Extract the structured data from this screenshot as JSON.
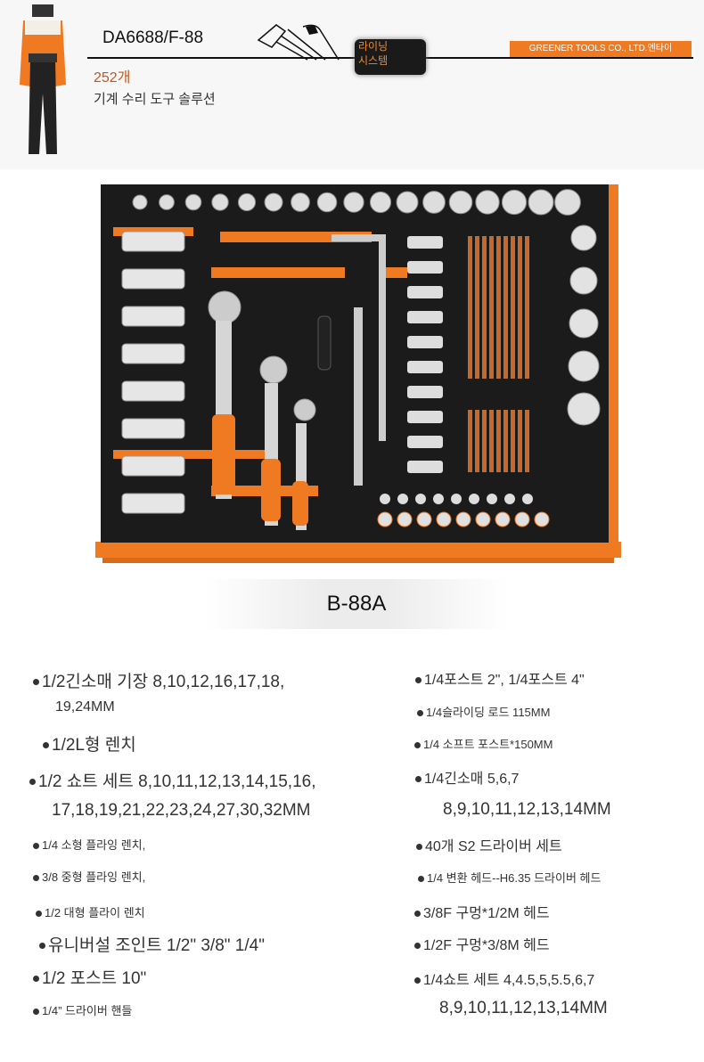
{
  "header": {
    "model": "DA6688/F-88",
    "count": "252개",
    "subtitle": "기계 수리 도구 솔루션",
    "badge_line1": "라이닝",
    "badge_line2": "시스템",
    "company": "GREENER TOOLS CO., LTD.엔타이",
    "accent": "#f07a22"
  },
  "product": {
    "model_label": "B-88A"
  },
  "specs_left": [
    {
      "text": "1/2긴소매 기장 8,10,12,16,17,18,"
    },
    {
      "text": "19,24MM"
    },
    {
      "text": "1/2L형 렌치"
    },
    {
      "text": "1/2 쇼트 세트 8,10,11,12,13,14,15,16,"
    },
    {
      "text": "17,18,19,21,22,23,24,27,30,32MM"
    },
    {
      "text": "1/4 소형 플라잉 렌치,"
    },
    {
      "text": "3/8 중형 플라잉 렌치,"
    },
    {
      "text": "1/2 대형 플라이 렌치"
    },
    {
      "text": "유니버설 조인트 1/2\" 3/8\" 1/4\""
    },
    {
      "text": "1/2 포스트 10\""
    },
    {
      "text": "1/4” 드라이버 핸들"
    }
  ],
  "specs_right": [
    {
      "text": "1/4포스트 2\", 1/4포스트 4\""
    },
    {
      "text": "1/4슬라이딩 로드 115MM"
    },
    {
      "text": "1/4 소프트 포스트*150MM"
    },
    {
      "text": "1/4긴소매 5,6,7"
    },
    {
      "text": "8,9,10,11,12,13,14MM"
    },
    {
      "text": "40개 S2 드라이버 세트"
    },
    {
      "text": "1/4 변환 헤드--H6.35 드라이버 헤드"
    },
    {
      "text": "3/8F 구멍*1/2M 헤드"
    },
    {
      "text": "1/2F 구멍*3/8M 헤드"
    },
    {
      "text": "1/4쇼트 세트 4,4.5,5,5.5,6,7"
    },
    {
      "text": "8,9,10,11,12,13,14MM"
    }
  ]
}
